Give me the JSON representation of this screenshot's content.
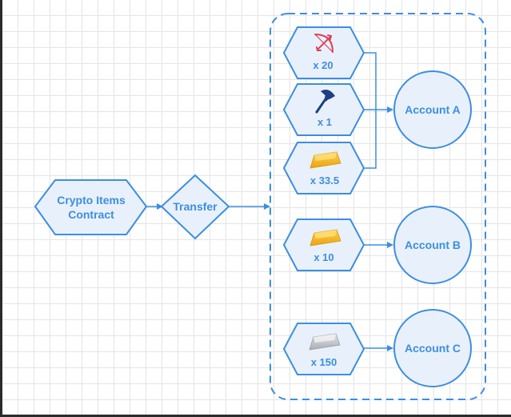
{
  "nodes": {
    "contract": {
      "line1": "Crypto Items",
      "line2": "Contract"
    },
    "transfer": {
      "label": "Transfer"
    },
    "items": {
      "bow": {
        "icon": "bow-arrow-icon",
        "quantity": "x 20"
      },
      "axe": {
        "icon": "battle-axe-icon",
        "quantity": "x 1"
      },
      "gold_a": {
        "icon": "gold-bar-icon",
        "quantity": "x 33.5"
      },
      "gold_b": {
        "icon": "gold-bar-icon",
        "quantity": "x 10"
      },
      "silver": {
        "icon": "silver-bar-icon",
        "quantity": "x 150"
      }
    },
    "accounts": {
      "a": {
        "label": "Account A"
      },
      "b": {
        "label": "Account B"
      },
      "c": {
        "label": "Account C"
      }
    }
  },
  "colors": {
    "stroke": "#3d8ee0",
    "fill": "#e8f1fb",
    "text": "#3d8ee0",
    "bow": "#e0405a",
    "gold": "#f5b820",
    "silver": "#b9bcc0"
  }
}
